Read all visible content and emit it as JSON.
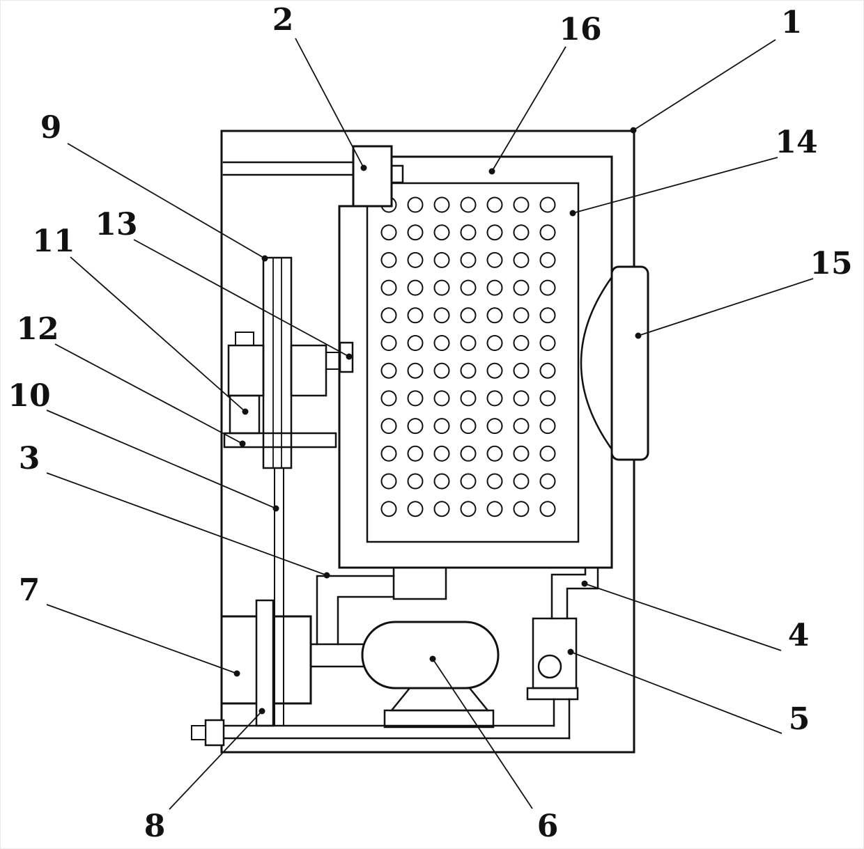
{
  "diagram": {
    "type": "patent-technical-drawing",
    "background_color": "#ffffff",
    "line_color": "#111111",
    "perforation": {
      "rows": 12,
      "cols": 7,
      "hole_radius": 10.5,
      "col_start": 558,
      "col_step": 38,
      "row_start": 294,
      "row_step": 39.7
    },
    "labels": [
      {
        "part": "1"
      },
      {
        "part": "2"
      },
      {
        "part": "3"
      },
      {
        "part": "4"
      },
      {
        "part": "5"
      },
      {
        "part": "6"
      },
      {
        "part": "7"
      },
      {
        "part": "8"
      },
      {
        "part": "9"
      },
      {
        "part": "10"
      },
      {
        "part": "11"
      },
      {
        "part": "12"
      },
      {
        "part": "13"
      },
      {
        "part": "14"
      },
      {
        "part": "15"
      },
      {
        "part": "16"
      }
    ]
  }
}
